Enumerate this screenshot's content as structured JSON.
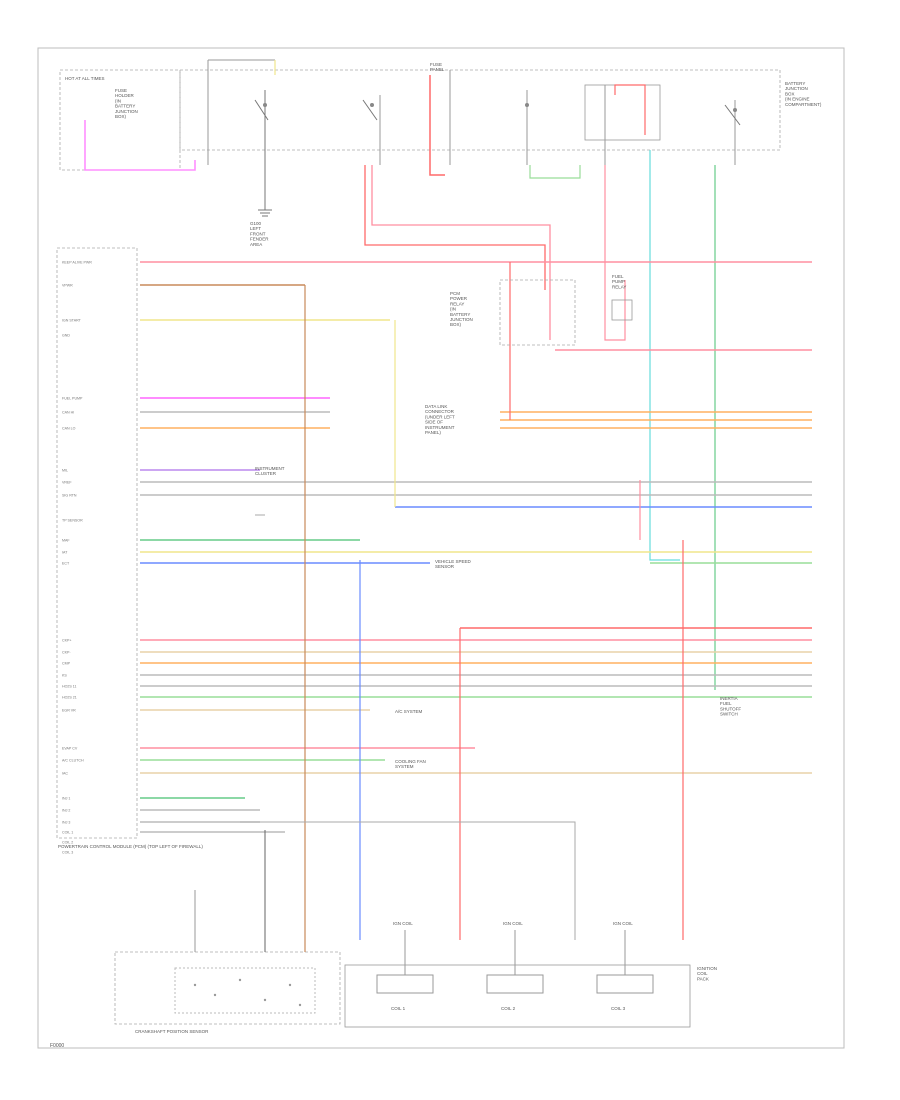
{
  "page": {
    "footer_code": "F0000",
    "border_color": "#bbbbbb"
  },
  "top": {
    "under_hood_fuse_box": "FUSE\nPANEL",
    "left_block_title": "HOT AT ALL TIMES",
    "left_block_note": "FUSE\nHOLDER\n(IN\nBATTERY\nJUNCTION\nBOX)",
    "right_block_note": "BATTERY\nJUNCTION\nBOX\n(IN ENGINE\nCOMPARTMENT)",
    "ground_note": "G100\nLEFT\nFRONT\nFENDER\nAREA"
  },
  "pcm": {
    "title": "POWERTRAIN CONTROL MODULE (PCM) (TOP LEFT OF FIREWALL)",
    "pin_labels": [
      "KEEP ALIVE PWR",
      "VPWR",
      "IGN START",
      "GND",
      "FUEL PUMP",
      "CAN HI",
      "CAN LO",
      "MIL",
      "VREF",
      "SIG RTN",
      "TP SENSOR",
      "MAF",
      "IAT",
      "ECT",
      "CKP+",
      "CKP-",
      "CMP",
      "KS",
      "HO2S 11",
      "HO2S 21",
      "EGR VR",
      "EVAP CV",
      "A/C CLUTCH",
      "IAC",
      "INJ 1",
      "INJ 2",
      "INJ 3",
      "COIL 1",
      "COIL 2",
      "COIL 3"
    ]
  },
  "components": {
    "relay_box_label": "PCM\nPOWER\nRELAY\n(IN\nBATTERY\nJUNCTION\nBOX)",
    "fuel_relay_label": "FUEL\nPUMP\nRELAY",
    "mid_note": "DATA LINK\nCONNECTOR\n(UNDER LEFT\nSIDE OF\nINSTRUMENT\nPANEL)",
    "lower_right_note": "INERTIA\nFUEL\nSHUTOFF\nSWITCH",
    "inst_cluster": "INSTRUMENT\nCLUSTER",
    "vss": "VEHICLE SPEED\nSENSOR",
    "ac_sys": "A/C SYSTEM",
    "cooling": "COOLING FAN\nSYSTEM",
    "ckp_title": "CRANKSHAFT POSITION SENSOR",
    "coil_pack_title": "IGNITION\nCOIL\nPACK",
    "coil_labels": [
      "COIL 1",
      "COIL 2",
      "COIL 3"
    ],
    "coil_sublabels": [
      "IGN COIL",
      "IGN COIL",
      "IGN COIL"
    ]
  },
  "wire_colors": {
    "pink": "#ff8fa0",
    "red": "#ff6a6a",
    "magenta": "#ff66ff",
    "brown": "#c98a5a",
    "yellow": "#f0e68c",
    "orange": "#ffb060",
    "green": "#66cc88",
    "lightgreen": "#99dd99",
    "blue": "#6a8cff",
    "cyan": "#66dddd",
    "gray": "#bbbbbb",
    "tan": "#e8d2a8",
    "purple": "#bb88ee"
  }
}
